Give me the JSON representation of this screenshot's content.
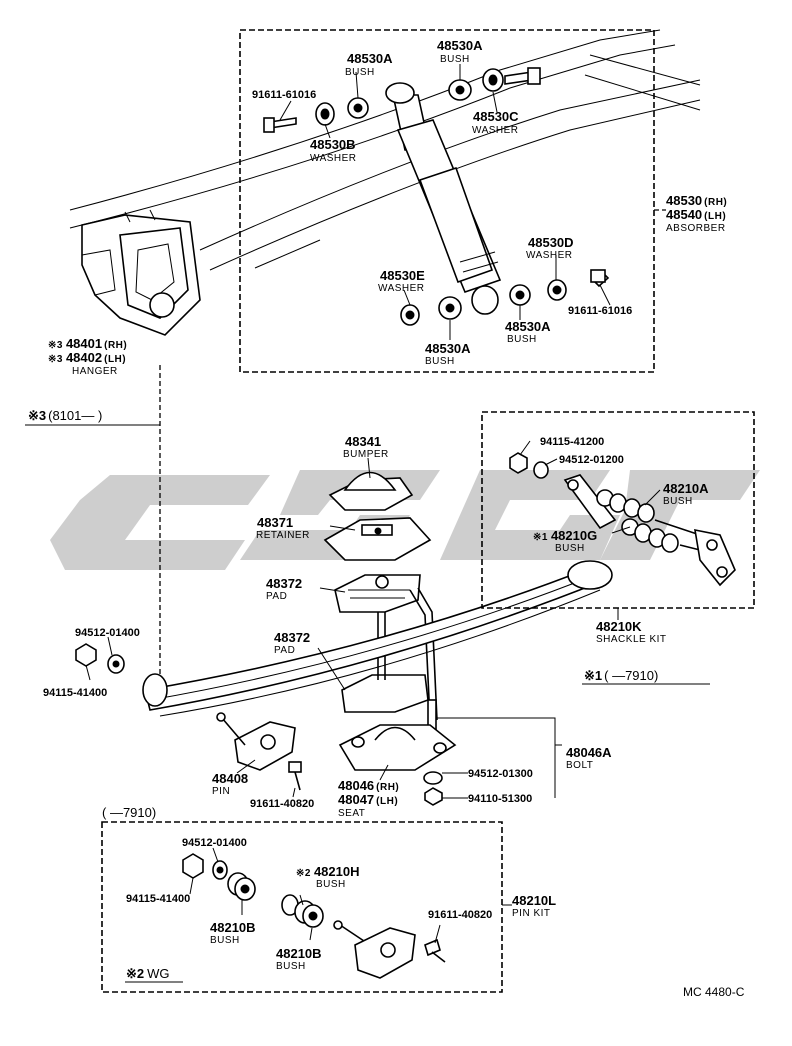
{
  "parts": {
    "bush_48530a_top_left": {
      "number": "48530A",
      "name": "BUSH"
    },
    "bush_48530a_top_right": {
      "number": "48530A",
      "name": "BUSH"
    },
    "bolt_91611_61016_top": {
      "number": "91611-61016"
    },
    "washer_48530b": {
      "number": "48530B",
      "name": "WASHER"
    },
    "washer_48530c": {
      "number": "48530C",
      "name": "WASHER"
    },
    "absorber": {
      "number_rh": "48530",
      "suffix_rh": "(RH)",
      "number_lh": "48540",
      "suffix_lh": "(LH)",
      "name": "ABSORBER"
    },
    "washer_48530d": {
      "number": "48530D",
      "name": "WASHER"
    },
    "bolt_91611_61016_bottom": {
      "number": "91611-61016"
    },
    "washer_48530e": {
      "number": "48530E",
      "name": "WASHER"
    },
    "bush_48530a_bottom_left": {
      "number": "48530A",
      "name": "BUSH"
    },
    "bush_48530a_bottom_right": {
      "number": "48530A",
      "name": "BUSH"
    },
    "hanger": {
      "mark": "※3",
      "number_rh": "48401",
      "suffix_rh": "(RH)",
      "number_lh": "48402",
      "suffix_lh": "(LH)",
      "name": "HANGER"
    },
    "bumper": {
      "number": "48341",
      "name": "BUMPER"
    },
    "retainer": {
      "number": "48371",
      "name": "RETAINER"
    },
    "pad_upper": {
      "number": "48372",
      "name": "PAD"
    },
    "pad_lower": {
      "number": "48372",
      "name": "PAD"
    },
    "nut_94115_41200": {
      "number": "94115-41200"
    },
    "washer_94512_01200": {
      "number": "94512-01200"
    },
    "bush_48210a": {
      "number": "48210A",
      "name": "BUSH"
    },
    "bush_48210g": {
      "mark": "※1",
      "number": "48210G",
      "name": "BUSH"
    },
    "shackle_kit": {
      "number": "48210K",
      "name": "SHACKLE KIT"
    },
    "washer_94512_01400": {
      "number": "94512-01400"
    },
    "nut_94115_41400": {
      "number": "94115-41400"
    },
    "pin": {
      "number": "48408",
      "name": "PIN"
    },
    "bolt_91611_40820": {
      "number": "91611-40820"
    },
    "seat": {
      "number_rh": "48046",
      "suffix_rh": "(RH)",
      "number_lh": "48047",
      "suffix_lh": "(LH)",
      "name": "SEAT"
    },
    "bolt_48046a": {
      "number": "48046A",
      "name": "BOLT"
    },
    "washer_94512_01300": {
      "number": "94512-01300"
    },
    "nut_94110_51300": {
      "number": "94110-51300"
    },
    "kit_washer_94512_01400": {
      "number": "94512-01400"
    },
    "kit_nut_94115_41400": {
      "number": "94115-41400"
    },
    "kit_bush_48210b_left": {
      "number": "48210B",
      "name": "BUSH"
    },
    "kit_bush_48210h": {
      "mark": "※2",
      "number": "48210H",
      "name": "BUSH"
    },
    "kit_bush_48210b_right": {
      "number": "48210B",
      "name": "BUSH"
    },
    "kit_bolt_91611_40820": {
      "number": "91611-40820"
    },
    "pin_kit": {
      "number": "48210L",
      "name": "PIN KIT"
    }
  },
  "notes": {
    "note3_prefix": "※3",
    "note3_range": "(8101—    )",
    "note1_prefix": "※1",
    "note1_range": "(    —7910)",
    "pinkit_range": "(    —7910)",
    "note2_prefix": "※2",
    "note2_text": "WG"
  },
  "diagram_code": "MC 4480-C"
}
